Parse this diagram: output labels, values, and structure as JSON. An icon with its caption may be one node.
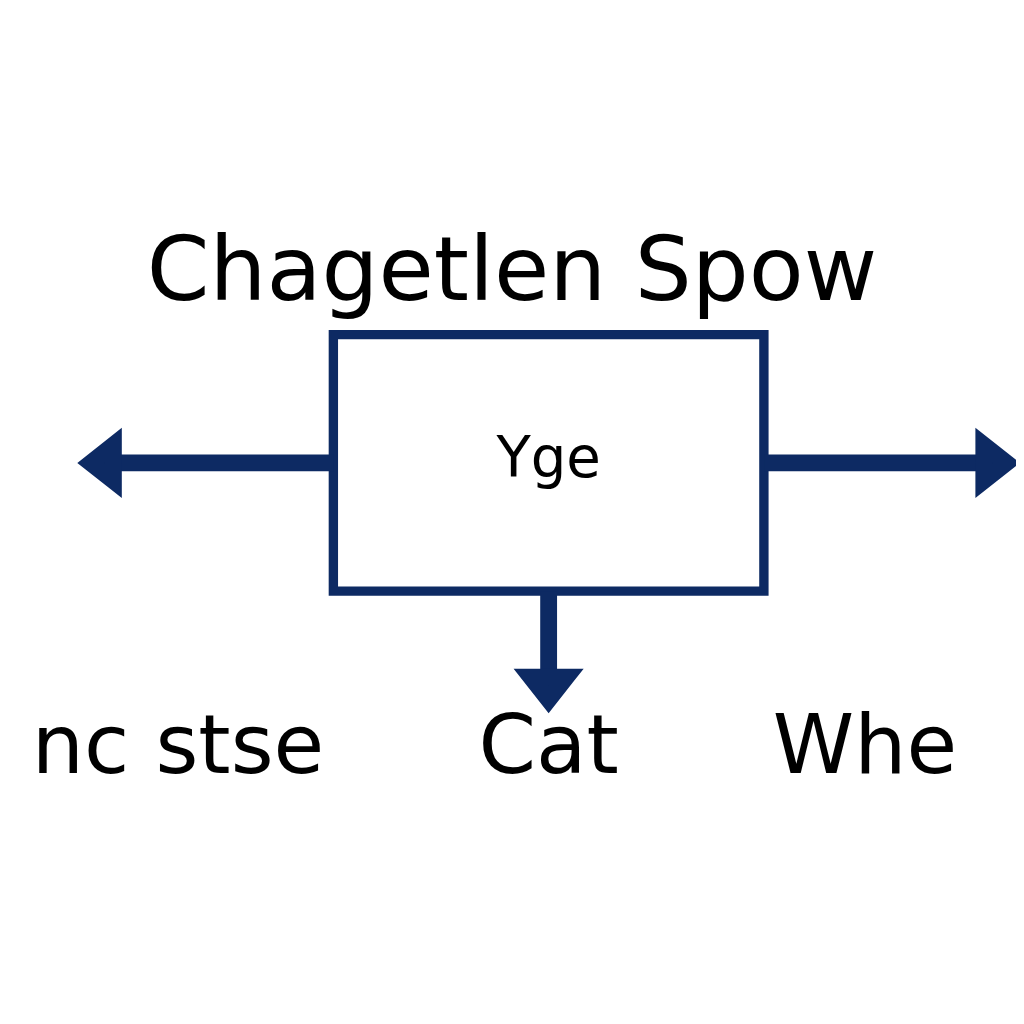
{
  "diagram": {
    "title": "Chagetlen Spow",
    "nodes": [
      {
        "text": [
          "Yge"
        ]
      },
      {
        "text": [
          "Cat"
        ]
      }
    ],
    "edges": [
      {
        "from": 0,
        "to": null,
        "arrow": "to"
      },
      {
        "from": 0,
        "to": null,
        "arrow": "to"
      },
      {
        "from": 0,
        "to": 1,
        "arrow": "to"
      }
    ],
    "labels": [
      "nc stse",
      "Whe"
    ]
  }
}
